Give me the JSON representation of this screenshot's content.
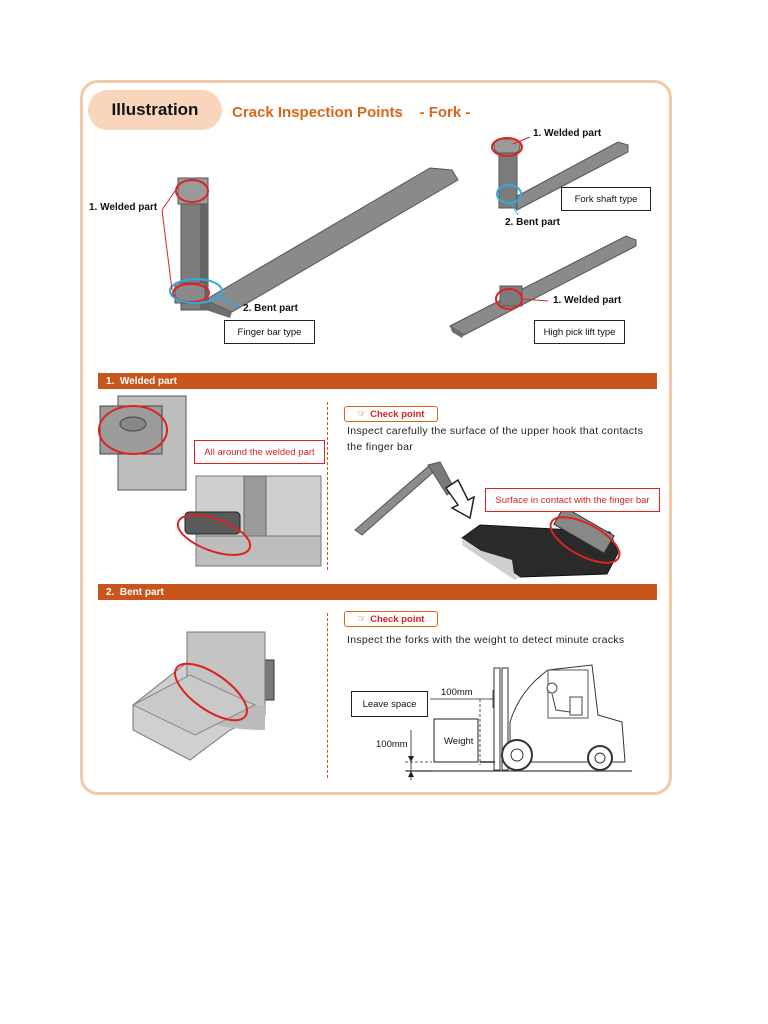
{
  "header": {
    "section_label": "Illustration",
    "title": "Crack Inspection Points    - Fork -"
  },
  "overview": {
    "finger_bar": {
      "welded_label": "1. Welded part",
      "bent_label": "2. Bent part",
      "type_label": "Finger bar type"
    },
    "fork_shaft": {
      "welded_label": "1. Welded part",
      "bent_label": "2. Bent part",
      "type_label": "Fork shaft type"
    },
    "high_pick": {
      "welded_label": "1. Welded part",
      "type_label": "High pick lift type"
    }
  },
  "section1": {
    "bar_label": "1.  Welded part",
    "callout": "All around the welded part",
    "check_label": "Check point",
    "check_text": "Inspect carefully the surface of the upper hook that contacts the finger bar",
    "contact_callout": "Surface in contact with the finger bar"
  },
  "section2": {
    "bar_label": "2.  Bent part",
    "check_label": "Check point",
    "check_text": "Inspect the forks with the weight to detect minute cracks",
    "leave_space": "Leave space",
    "dim_horizontal": "100mm",
    "dim_vertical": "100mm",
    "weight_label": "Weight"
  },
  "colors": {
    "accent_orange": "#d9661b",
    "bar_orange": "#c8561c",
    "frame_peach": "#f2c9a7",
    "highlight_red": "#dd2222",
    "highlight_blue": "#33a9e0"
  }
}
